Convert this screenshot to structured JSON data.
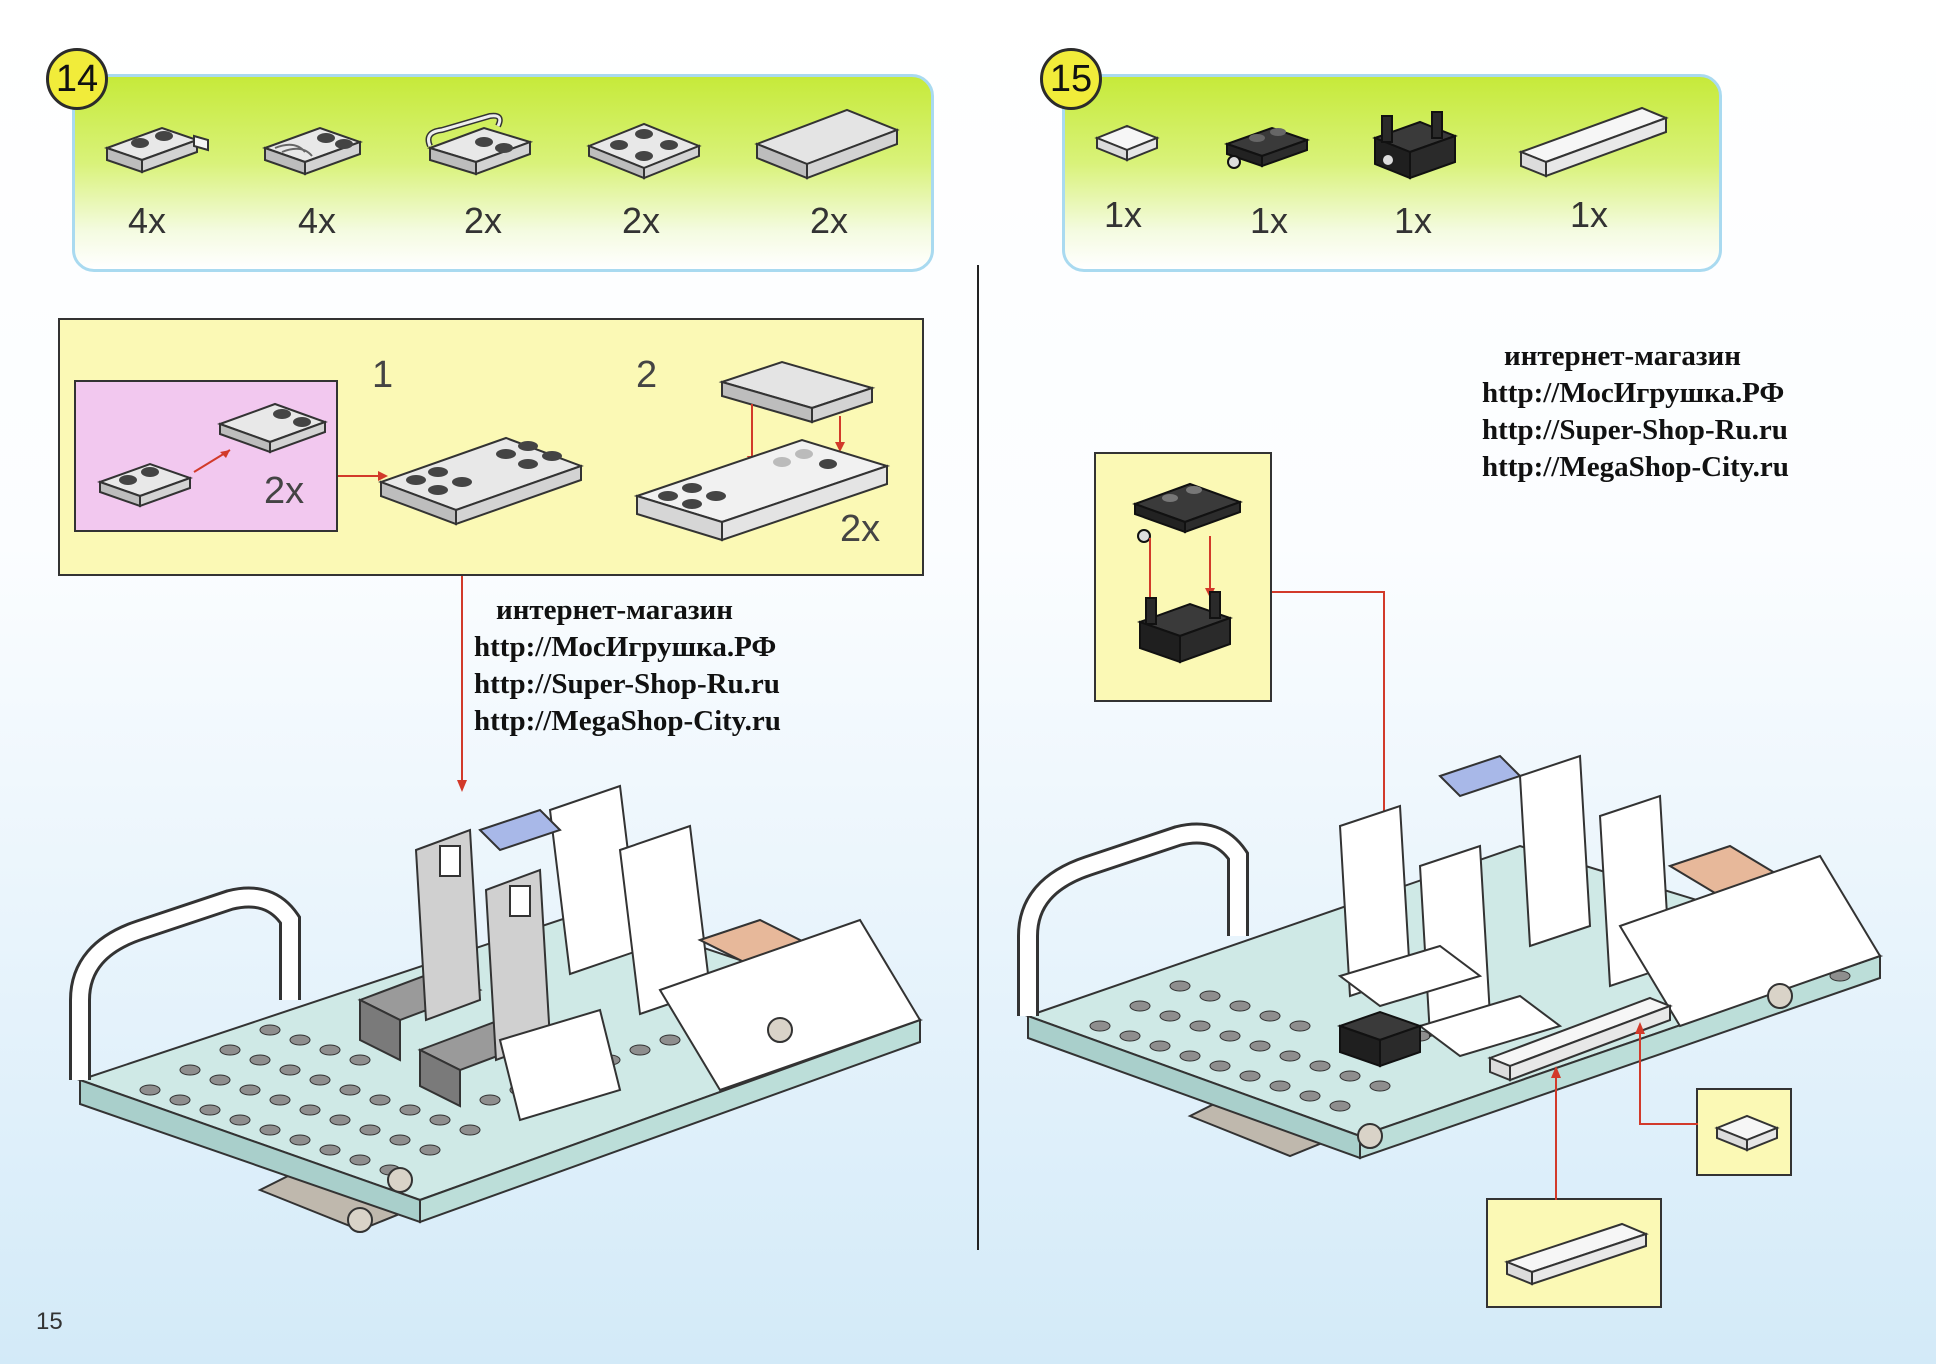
{
  "page": {
    "number": "15"
  },
  "step14": {
    "number": "14",
    "parts": [
      {
        "icon": "plate-1x2-clip-icon",
        "qty": "4x"
      },
      {
        "icon": "hinge-plate-1x2-icon",
        "qty": "4x"
      },
      {
        "icon": "plate-with-bar-icon",
        "qty": "2x"
      },
      {
        "icon": "plate-2x2-icon",
        "qty": "2x"
      },
      {
        "icon": "tile-2x4-icon",
        "qty": "2x"
      }
    ],
    "substeps": [
      {
        "label": "1",
        "pink_qty": "2x"
      },
      {
        "label": "2",
        "qty": "2x"
      }
    ]
  },
  "step15": {
    "number": "15",
    "parts": [
      {
        "icon": "tile-1x1-white-icon",
        "qty": "1x"
      },
      {
        "icon": "plate-1x2-black-icon",
        "qty": "1x"
      },
      {
        "icon": "hinge-brick-black-icon",
        "qty": "1x"
      },
      {
        "icon": "tile-1x4-white-icon",
        "qty": "1x"
      }
    ]
  },
  "watermark": {
    "lines": [
      "интернет-магазин",
      "http://МосИгрушка.РФ",
      "http://Super-Shop-Ru.ru",
      "http://MegaShop-City.ru"
    ]
  },
  "colors": {
    "step_bar_green": "#c6ea3a",
    "step_border": "#a9daf0",
    "badge_yellow": "#f1ec3a",
    "panel_yellow": "#fbf9b5",
    "panel_pink": "#f2c8ef",
    "arrow_red": "#d23a2a",
    "plate_light_blue": "#cfe9e6"
  }
}
